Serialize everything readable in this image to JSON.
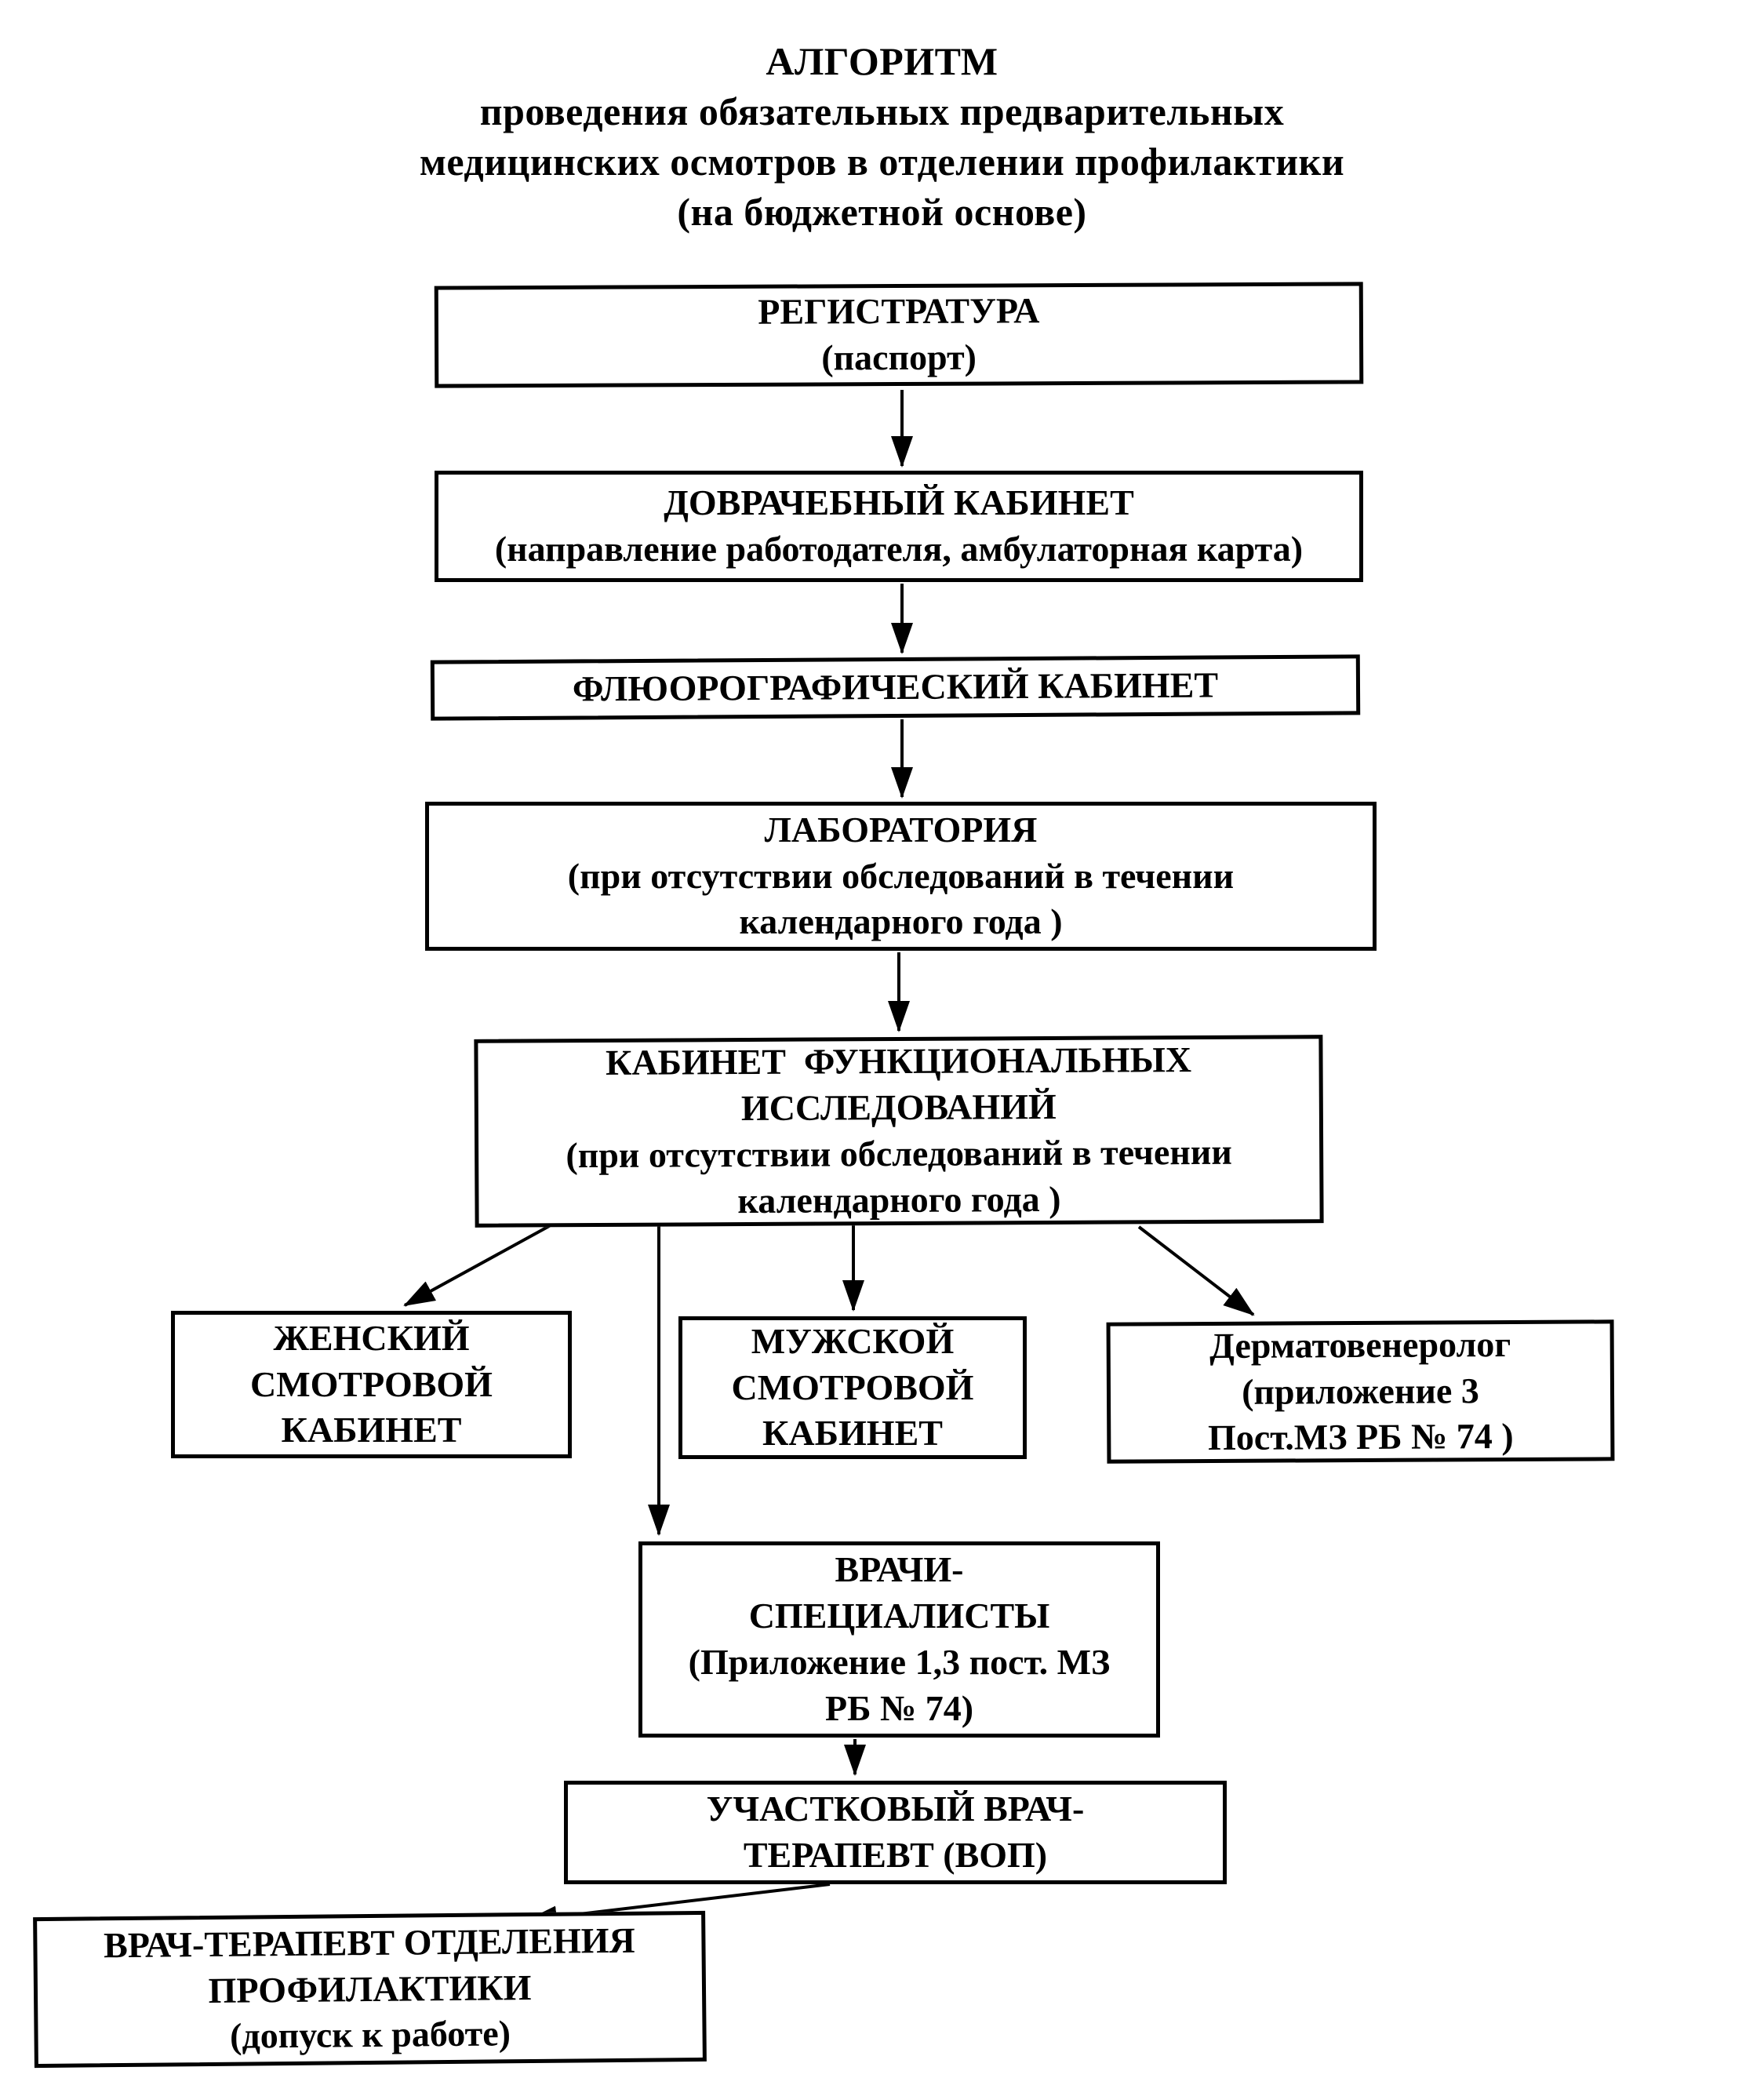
{
  "page": {
    "background_color": "#ffffff",
    "ink_color": "#000000"
  },
  "title": {
    "lines": [
      "АЛГОРИТМ",
      "проведения обязательных предварительных",
      "медицинских осмотров в отделении профилактики",
      "(на бюджетной основе)"
    ]
  },
  "nodes": {
    "registratura": {
      "lines": [
        "РЕГИСТРАТУРА",
        "(паспорт)"
      ]
    },
    "dovrachebny": {
      "lines": [
        "ДОВРАЧЕБНЫЙ КАБИНЕТ",
        "(направление работодателя, амбулаторная карта)"
      ]
    },
    "flyuoro": {
      "lines": [
        "ФЛЮОРОГРАФИЧЕСКИЙ КАБИНЕТ"
      ]
    },
    "laboratoriya": {
      "lines": [
        "ЛАБОРАТОРИЯ",
        "(при отсутствии обследований в течении",
        "календарного года )"
      ]
    },
    "funkcionalnyh": {
      "lines": [
        "КАБИНЕТ  ФУНКЦИОНАЛЬНЫХ",
        "ИССЛЕДОВАНИЙ",
        "(при отсутствии обследований в течении",
        "календарного года )"
      ]
    },
    "zhensky": {
      "lines": [
        "ЖЕНСКИЙ",
        "СМОТРОВОЙ",
        "КАБИНЕТ"
      ]
    },
    "muzhskoy": {
      "lines": [
        "МУЖСКОЙ",
        "СМОТРОВОЙ",
        "КАБИНЕТ"
      ]
    },
    "dermatovenerolog": {
      "lines": [
        "Дерматовенеролог",
        "(приложение 3",
        "Пост.МЗ РБ № 74 )"
      ]
    },
    "vrachi": {
      "lines": [
        "ВРАЧИ-",
        "СПЕЦИАЛИСТЫ",
        "(Приложение 1,3 пост. МЗ",
        "РБ № 74)"
      ]
    },
    "uchastkovy": {
      "lines": [
        "УЧАСТКОВЫЙ ВРАЧ-",
        "ТЕРАПЕВТ (ВОП)"
      ]
    },
    "vrach_terapevt": {
      "lines": [
        "ВРАЧ-ТЕРАПЕВТ ОТДЕЛЕНИЯ",
        "ПРОФИЛАКТИКИ",
        "(допуск к работе)"
      ]
    }
  },
  "edges": [
    {
      "from": "registratura",
      "to": "dovrachebny"
    },
    {
      "from": "dovrachebny",
      "to": "flyuoro"
    },
    {
      "from": "flyuoro",
      "to": "laboratoriya"
    },
    {
      "from": "laboratoriya",
      "to": "funkcionalnyh"
    },
    {
      "from": "funkcionalnyh",
      "to": "zhensky"
    },
    {
      "from": "funkcionalnyh",
      "to": "muzhskoy"
    },
    {
      "from": "funkcionalnyh",
      "to": "dermatovenerolog"
    },
    {
      "from": "funkcionalnyh",
      "to": "vrachi"
    },
    {
      "from": "vrachi",
      "to": "uchastkovy"
    },
    {
      "from": "uchastkovy",
      "to": "vrach_terapevt"
    }
  ]
}
